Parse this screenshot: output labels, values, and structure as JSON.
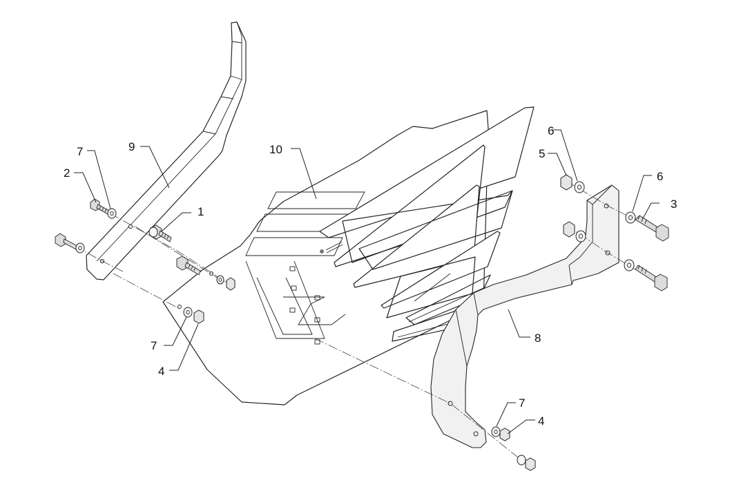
{
  "diagram": {
    "callouts": {
      "c1": "1",
      "c2": "2",
      "c3": "3",
      "c4a": "4",
      "c4b": "4",
      "c5": "5",
      "c6a": "6",
      "c6b": "6",
      "c7a": "7",
      "c7b": "7",
      "c7c": "7",
      "c8": "8",
      "c9": "9",
      "c10": "10"
    }
  }
}
